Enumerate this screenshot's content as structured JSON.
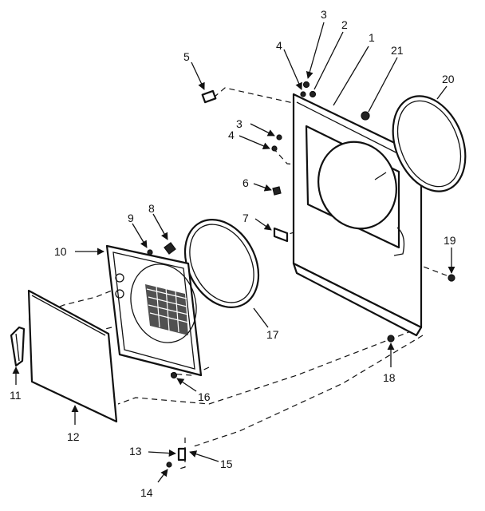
{
  "diagram": {
    "callouts": [
      "1",
      "2",
      "3",
      "3",
      "4",
      "4",
      "5",
      "6",
      "7",
      "8",
      "9",
      "10",
      "11",
      "12",
      "13",
      "14",
      "15",
      "16",
      "17",
      "18",
      "19",
      "20",
      "21"
    ]
  }
}
